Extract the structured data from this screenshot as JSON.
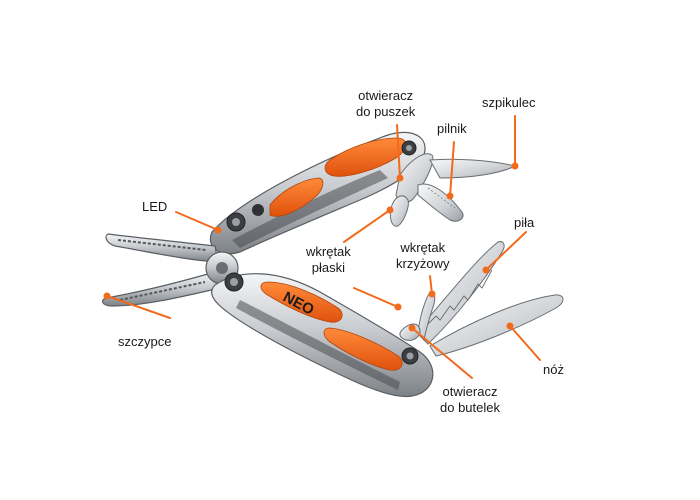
{
  "brand": "NEO",
  "labels": {
    "can_opener": [
      "otwieracz",
      "do puszek"
    ],
    "awl": "szpikulec",
    "file": "pilnik",
    "led": "LED",
    "flat_screwdriver": [
      "wkrętak",
      "płaski"
    ],
    "phillips_screwdriver": [
      "wkrętak",
      "krzyżowy"
    ],
    "saw": "piła",
    "pliers": "szczypce",
    "knife": "nóż",
    "bottle_opener": [
      "otwieracz",
      "do butelek"
    ]
  },
  "colors": {
    "accent": "#f26a1b",
    "steel_light": "#e4e6e8",
    "steel_dark": "#8a8f94",
    "handle_dark": "#3c3f42"
  }
}
